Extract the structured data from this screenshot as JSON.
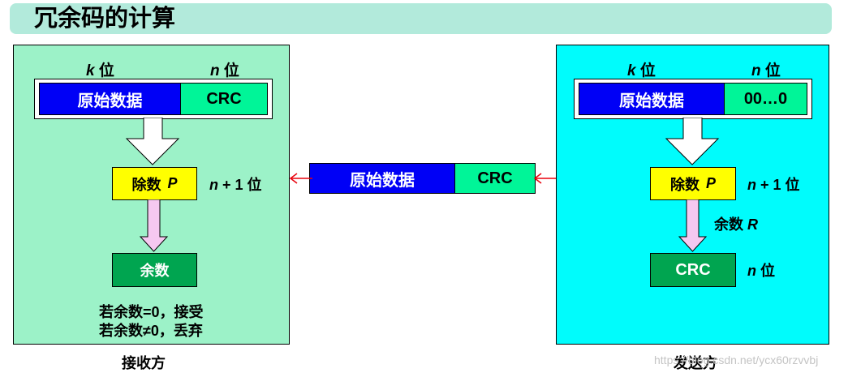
{
  "title": "冗余码的计算",
  "receiver": {
    "k_label": "k",
    "n_label": "n",
    "bit_unit": "位",
    "data_cell": "原始数据",
    "crc_cell": "CRC",
    "divisor": "除数",
    "divisor_var": "P",
    "divisor_len_var": "n",
    "divisor_len_rest": "+ 1 位",
    "remainder_box": "余数",
    "rule_accept": "若余数=0，接受",
    "rule_discard": "若余数≠0，丢弃",
    "caption": "接收方"
  },
  "transmission": {
    "data_cell": "原始数据",
    "crc_cell": "CRC"
  },
  "sender": {
    "k_label": "k",
    "n_label": "n",
    "bit_unit": "位",
    "data_cell": "原始数据",
    "zeros_cell": "00…0",
    "divisor": "除数",
    "divisor_var": "P",
    "divisor_len_var": "n",
    "divisor_len_rest": "+ 1 位",
    "remainder_label": "余数",
    "remainder_var": "R",
    "crc_box": "CRC",
    "crc_len_var": "n",
    "crc_len_unit": "位",
    "caption": "发送方"
  },
  "watermark": "https://blog.csdn.net/ycx60rzvvbj",
  "colors": {
    "title_bg": "#b2eadb",
    "receiver_bg": "#9cf2c8",
    "sender_bg": "#00fcfc",
    "data_blue": "#0000f6",
    "crc_green": "#00f598",
    "divisor_yellow": "#ffff00",
    "result_green": "#00a550",
    "arrow_red": "#e8000c",
    "down_arrow_pink": "#f5c8f0"
  }
}
